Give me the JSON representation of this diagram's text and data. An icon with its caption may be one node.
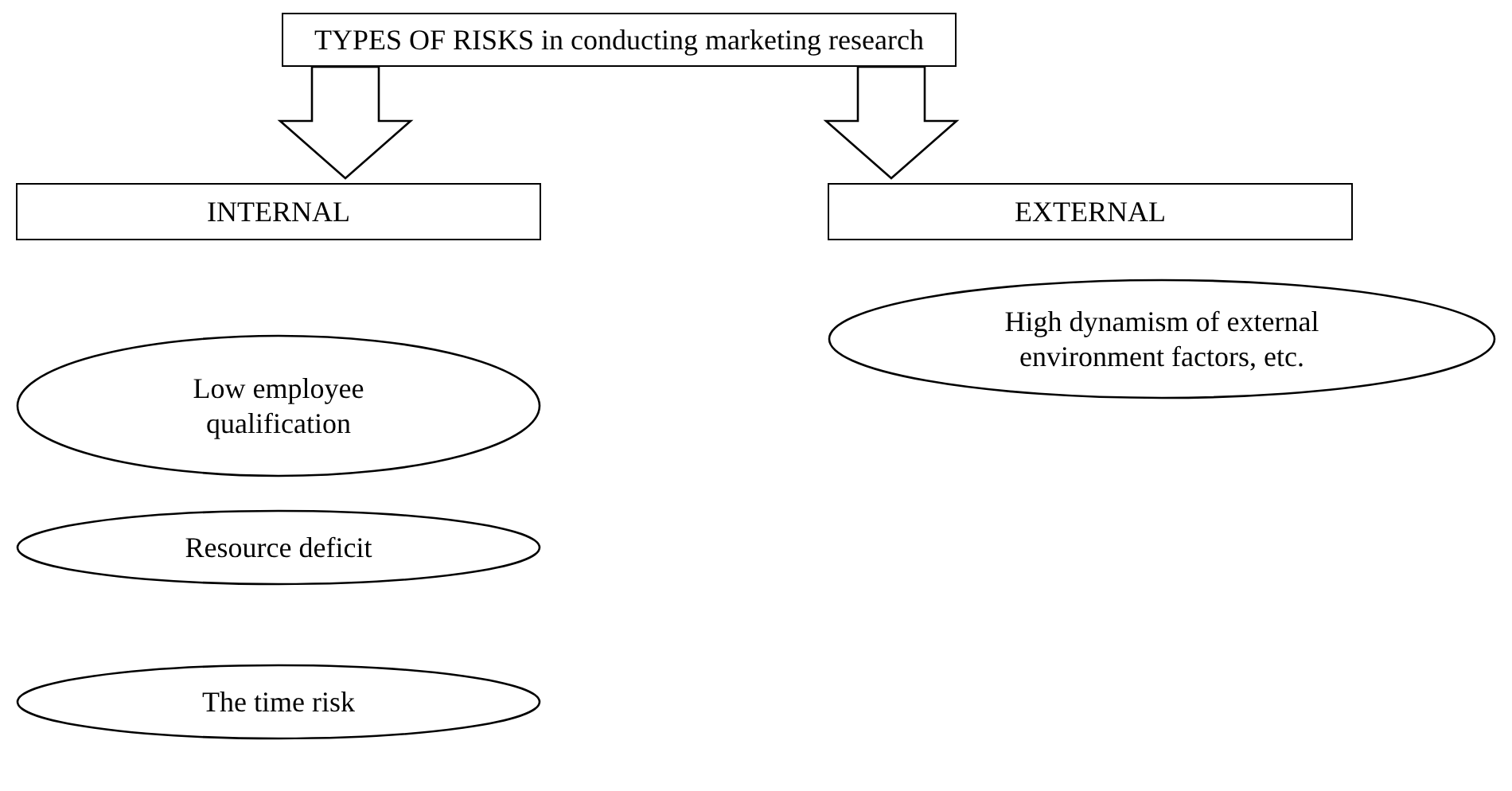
{
  "diagram": {
    "nodes": [
      {
        "text": [
          "TYPES OF RISKS in conducting marketing research"
        ]
      },
      {
        "text": [
          "INTERNAL"
        ]
      },
      {
        "text": [
          "EXTERNAL"
        ]
      },
      {
        "text": [
          "Low employee qualification"
        ]
      },
      {
        "text": [
          "High dynamism of external environment factors, etc."
        ]
      },
      {
        "text": [
          "Resource deficit"
        ]
      },
      {
        "text": [
          "The time risk"
        ]
      }
    ],
    "edges": [
      {
        "from": 0,
        "to": 1,
        "arrow": "to"
      },
      {
        "from": 0,
        "to": 2,
        "arrow": "to"
      }
    ]
  }
}
